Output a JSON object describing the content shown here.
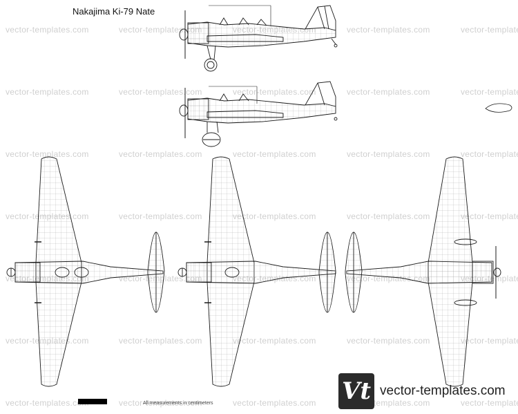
{
  "title": "Nakajima Ki-79 Nate",
  "watermark": "vector-templates.com",
  "note": "All measurements in centimeters",
  "brand": {
    "logo": "Vt",
    "site": "vector-templates.com"
  },
  "colors": {
    "line": "#1a1a1a",
    "watermark": "#cfcfcf",
    "logo_bg": "#2b2b2b"
  }
}
